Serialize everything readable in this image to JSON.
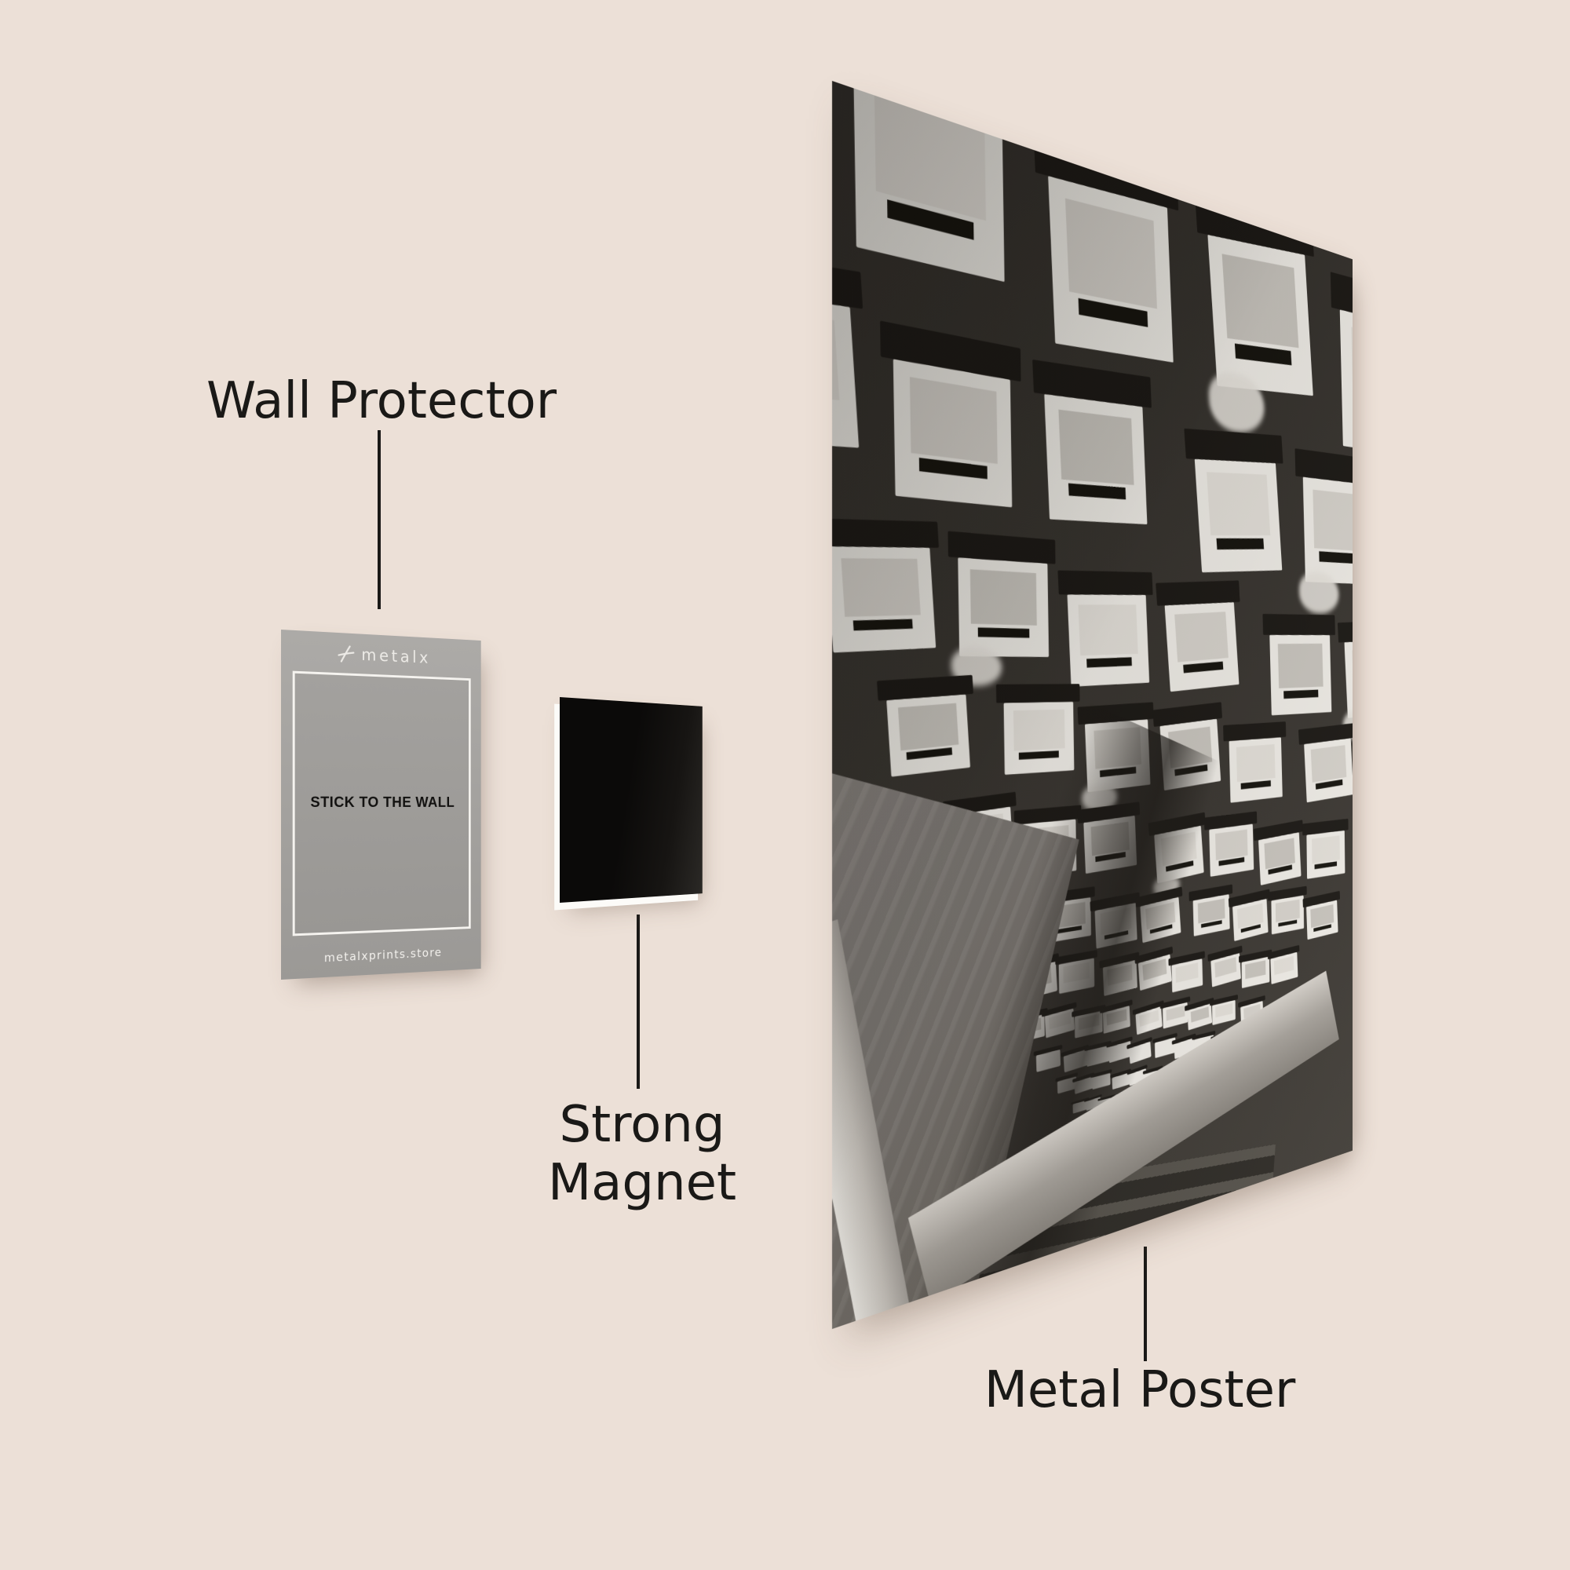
{
  "canvas": {
    "background": "#ECE0D7",
    "ink": "#1A1917"
  },
  "annotations": {
    "wall_protector": {
      "label": "Wall Protector"
    },
    "strong_magnet": {
      "label": "Strong Magnet"
    },
    "metal_poster": {
      "label": "Metal Poster"
    }
  },
  "wall_protector_card": {
    "brand": "metalx",
    "logo_icon": "metalx-glyph-icon",
    "message": "STICK TO THE WALL",
    "website": "metalxprints.store",
    "colors": {
      "card": "#A5A3A0",
      "inner": "#9E9C99",
      "frame": "#F5F3EF",
      "message_text": "#121110"
    }
  },
  "magnet": {
    "color": "#0B0A09",
    "backing": "#FCFBF8"
  },
  "poster": {
    "description": "black and white photo of a dark building facade seen from below with rows of protruding white windows",
    "colors": {
      "facade": "#36332E",
      "window": "#F2EFE9",
      "pillar": "#C9C4BD"
    }
  }
}
